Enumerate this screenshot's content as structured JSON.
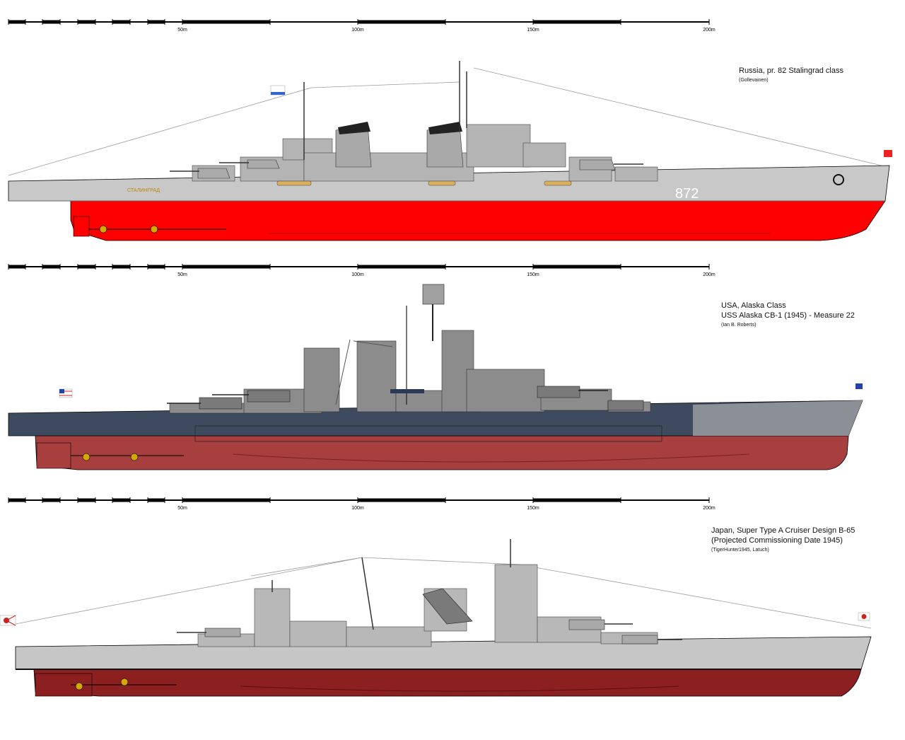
{
  "scale_ticks": [
    "50m",
    "100m",
    "150m",
    "200m"
  ],
  "ships": [
    {
      "country_class": "Russia, pr. 82 Stalingrad class",
      "subtitle": "",
      "credit": "(Gollevainen)",
      "hull_number": "872",
      "hull_name": "СТАЛИНГРАД",
      "colors": {
        "upper": "#c8c8c8",
        "lower": "#ff0000",
        "superstructure": "#b4b4b4"
      }
    },
    {
      "country_class": "USA, Alaska Class",
      "subtitle": "USS Alaska CB-1 (1945) - Measure 22",
      "credit": "(Ian B. Roberts)",
      "hull_number": "",
      "hull_name": "",
      "colors": {
        "upper": "#3e4a5e",
        "lower": "#a83f3f",
        "superstructure": "#8c8c8c"
      }
    },
    {
      "country_class": "Japan, Super Type A Cruiser Design B-65",
      "subtitle": "(Projected Commissioning Date 1945)",
      "credit": "(TigerHunter1945, Latuch)",
      "hull_number": "",
      "hull_name": "",
      "colors": {
        "upper": "#c6c6c6",
        "lower": "#8c2020",
        "superstructure": "#b8b8b8"
      }
    }
  ]
}
